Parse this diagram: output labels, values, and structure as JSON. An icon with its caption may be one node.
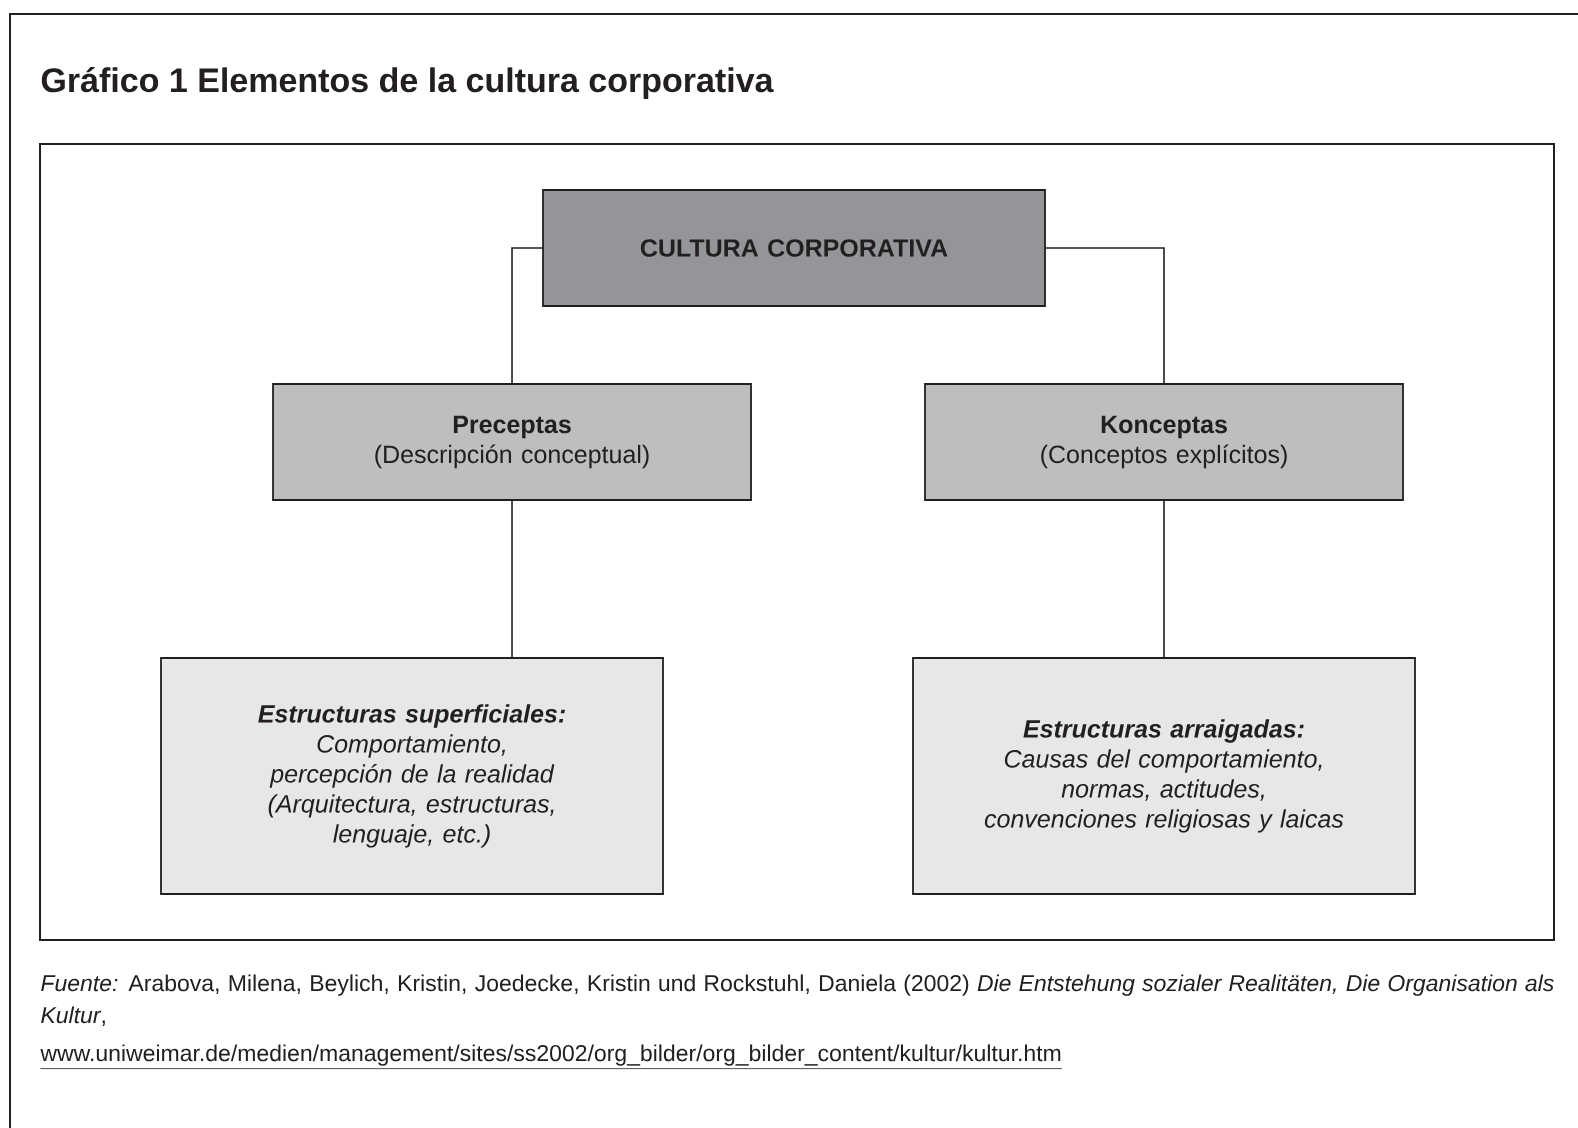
{
  "diagram": {
    "title": "Gráfico 1 Elementos de la cultura corporativa",
    "nodes": [
      {
        "text": [
          "CULTURA CORPORATIVA"
        ]
      },
      {
        "text": [
          "Preceptas",
          "(Descripción conceptual)"
        ]
      },
      {
        "text": [
          "Konceptas",
          "(Conceptos explícitos)"
        ]
      },
      {
        "text": [
          "Estructuras superficiales:",
          "Comportamiento, percepción de la realidad",
          "(Arquitectura, estructuras, lenguaje, etc.)"
        ]
      },
      {
        "text": [
          "Estructuras arraigadas:",
          "Causas del comportamiento, normas, actitudes, convenciones religiosas y laicas"
        ]
      }
    ],
    "edges": [
      {
        "from": 0,
        "to": 1,
        "arrow": "none"
      },
      {
        "from": 0,
        "to": 2,
        "arrow": "none"
      },
      {
        "from": 1,
        "to": 3,
        "arrow": "none"
      },
      {
        "from": 2,
        "to": 4,
        "arrow": "none"
      }
    ],
    "labels": [
      "*Fuente:* Arabova, Milena, Beylich, Kristin, Joedecke, Kristin und Rockstuhl, Daniela (2002) *Die Entstehung sozialer Realitäten, Die Organisation als Kultur*,",
      "www.uniweimar.de/medien/management/sites/ss2002/org_bilder/org_bilder_content/kultur/kultur.htm"
    ]
  }
}
